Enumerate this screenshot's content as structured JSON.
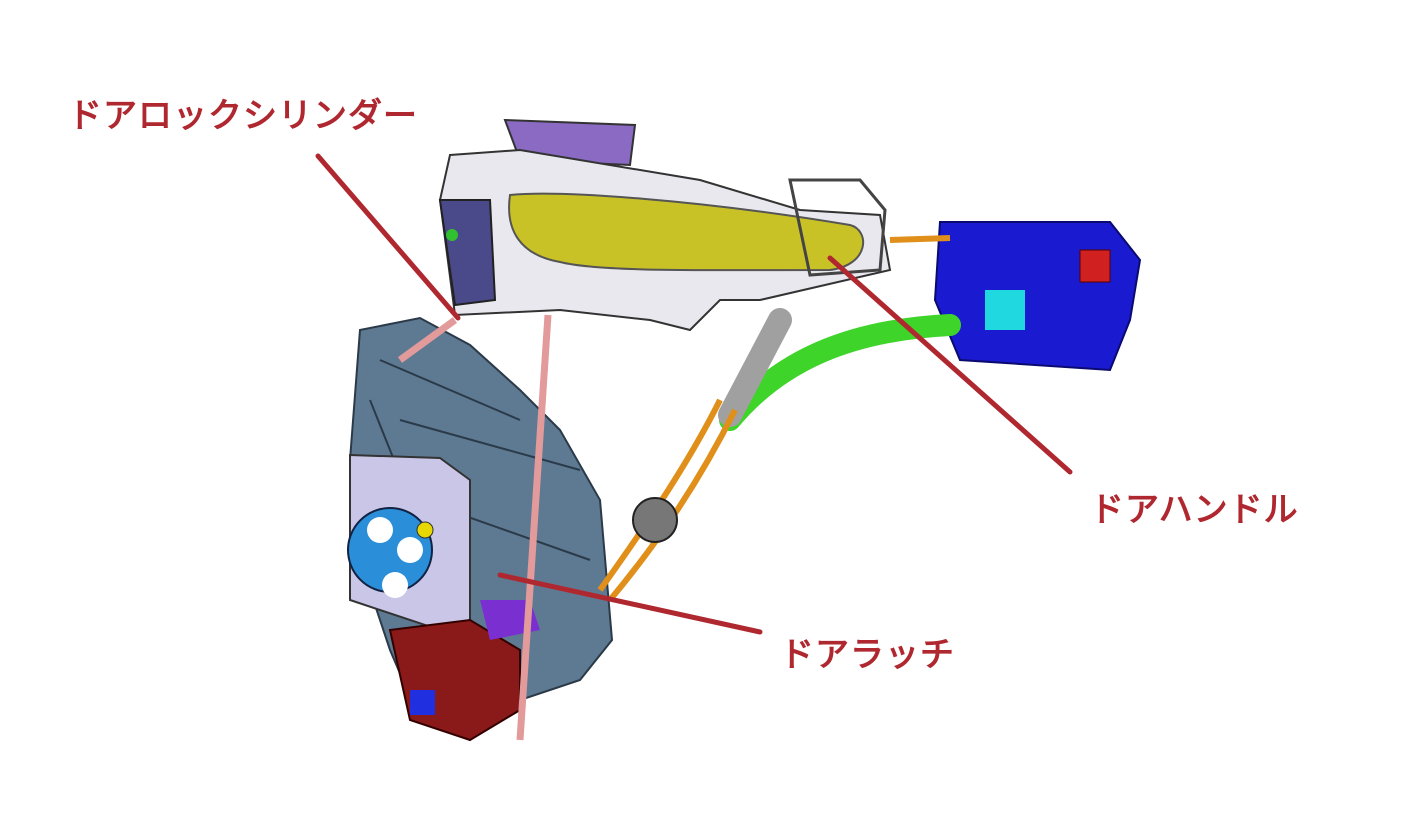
{
  "labels": {
    "lock_cylinder": "ドアロックシリンダー",
    "door_handle": "ドアハンドル",
    "door_latch": "ドアラッチ"
  },
  "colors": {
    "label": "#b0282f",
    "handle": "#c9c227",
    "latch_body": "#5e7a93",
    "actuator": "#1a1ad0",
    "tube": "#3ed42a",
    "cable": "#e0901a",
    "rod": "#e39a9a"
  }
}
